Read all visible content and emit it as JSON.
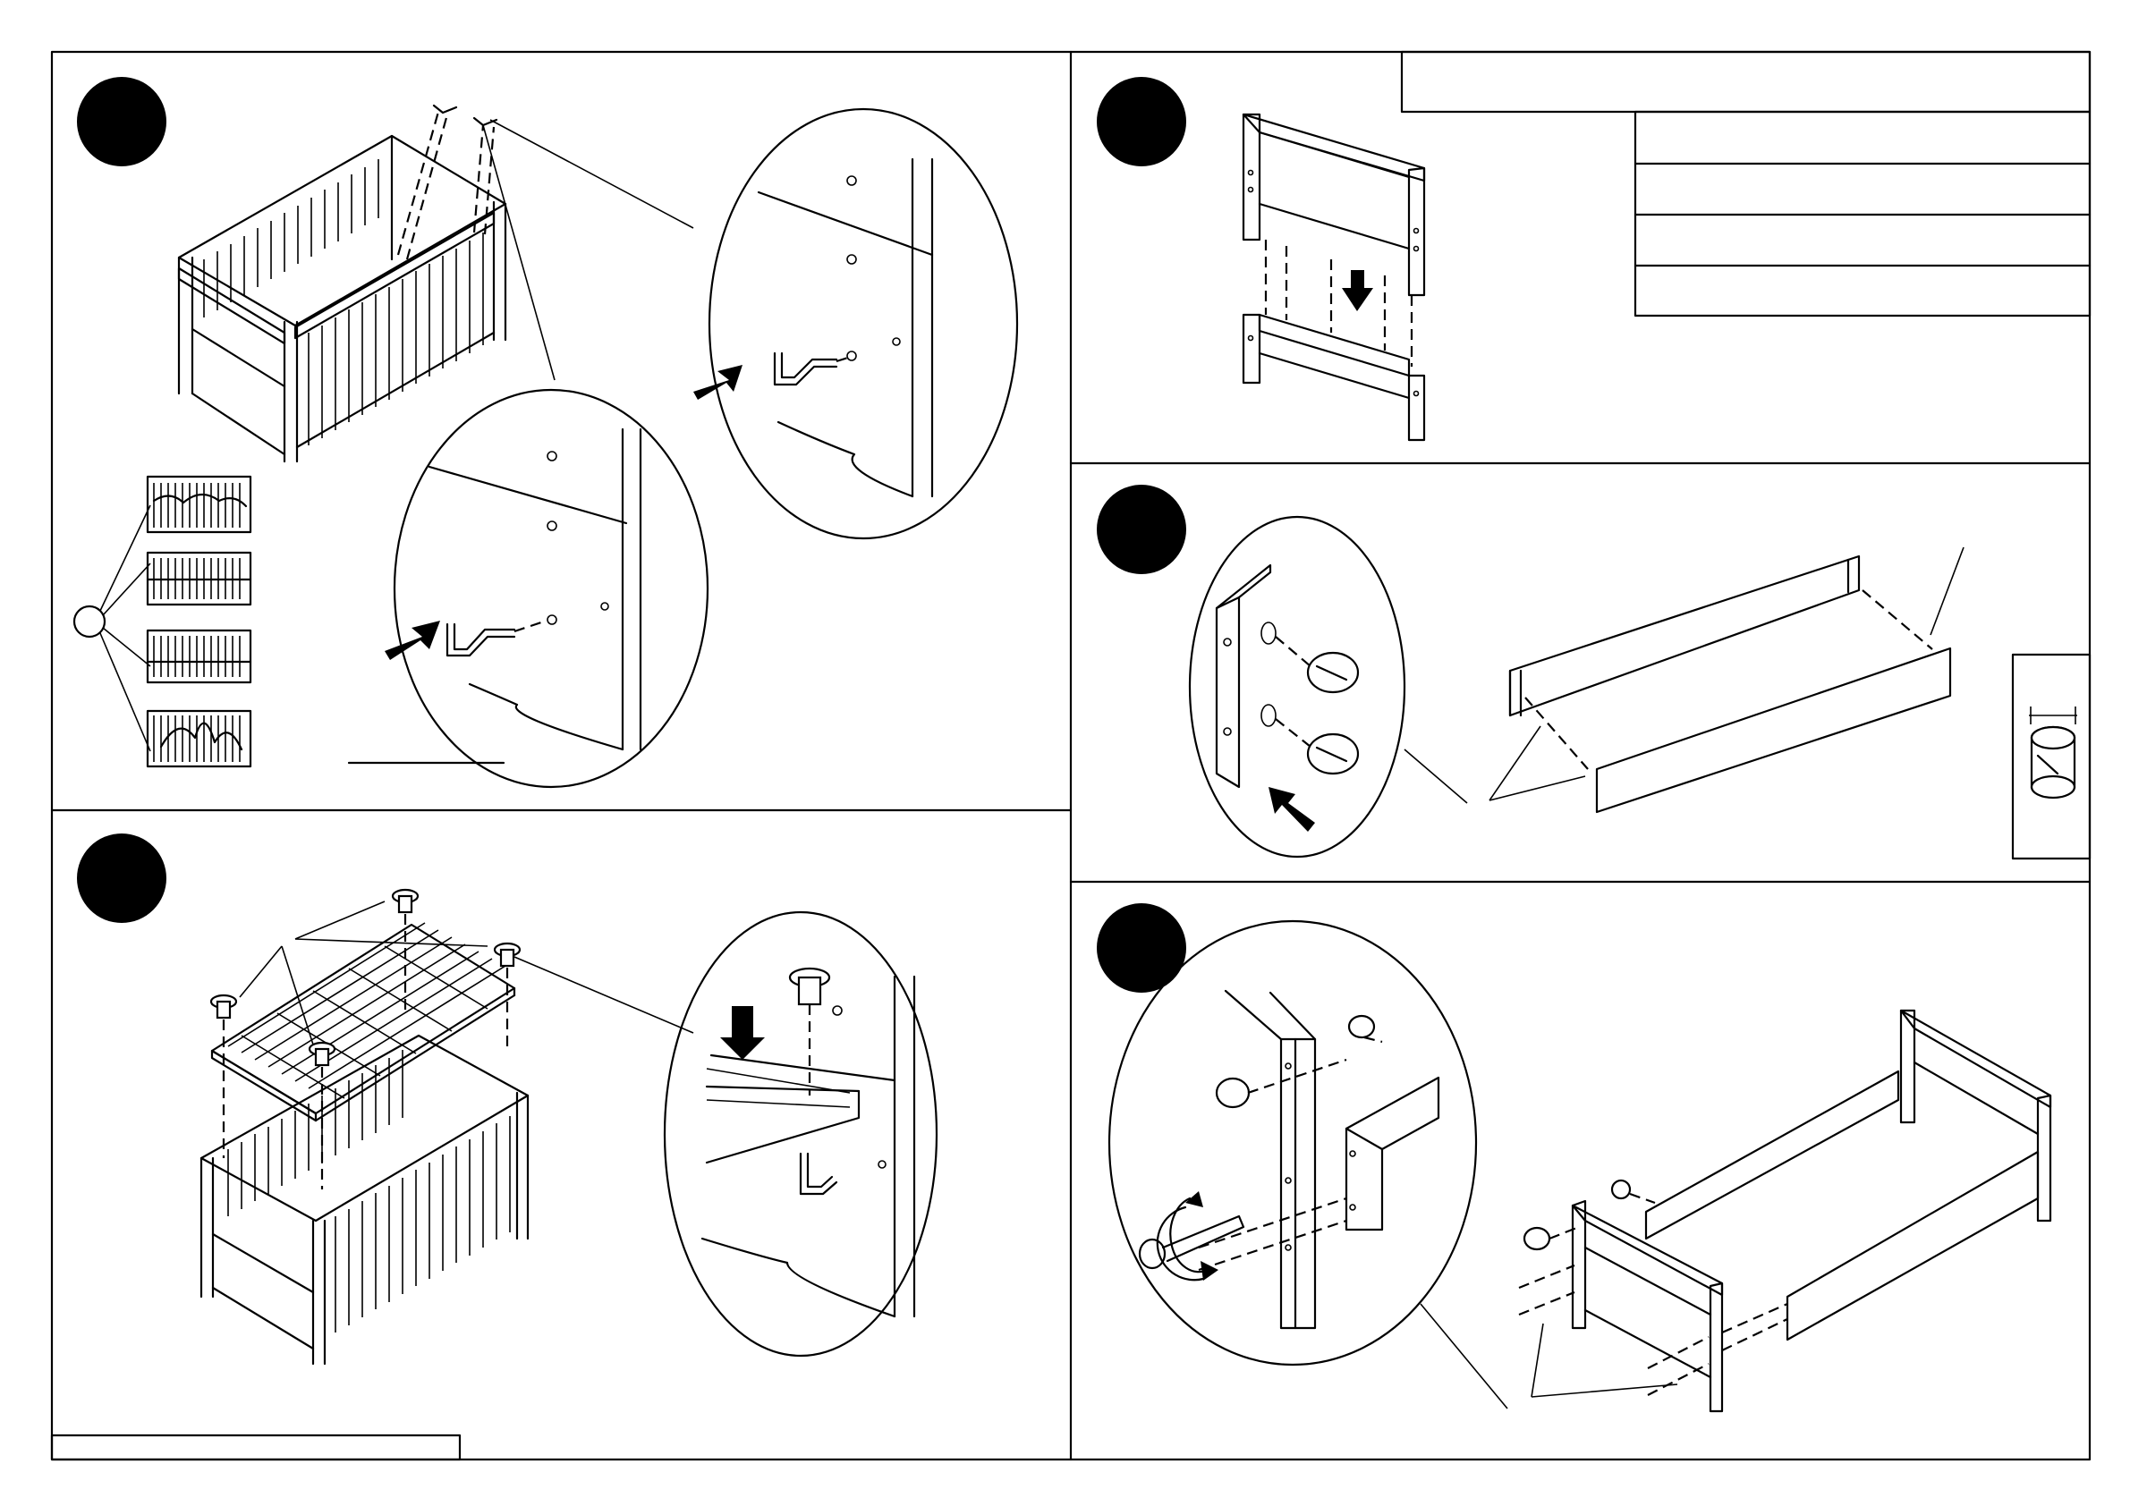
{
  "page": {
    "background": "#ffffff",
    "line_color": "#000000"
  },
  "steps": [
    {
      "id": "step-1",
      "number": "",
      "content": "crib-lift-off-detail"
    },
    {
      "id": "step-2",
      "number": "",
      "content": "mattress-base-mounting"
    },
    {
      "id": "step-3",
      "number": "",
      "content": "headboard-assembly"
    },
    {
      "id": "step-4",
      "number": "",
      "content": "side-rails-cam-locks"
    },
    {
      "id": "step-5",
      "number": "",
      "content": "bed-conversion-assembly"
    }
  ],
  "icons": [
    "step-number-circle",
    "direction-arrow",
    "magnifier-circle",
    "cam-lock-fitting",
    "rotate-arrow",
    "height-options-node"
  ],
  "height_options": [
    "position-1",
    "position-2",
    "position-3",
    "position-4"
  ],
  "parts_table": {
    "rows": [
      "",
      "",
      "",
      ""
    ]
  },
  "footer_box": ""
}
